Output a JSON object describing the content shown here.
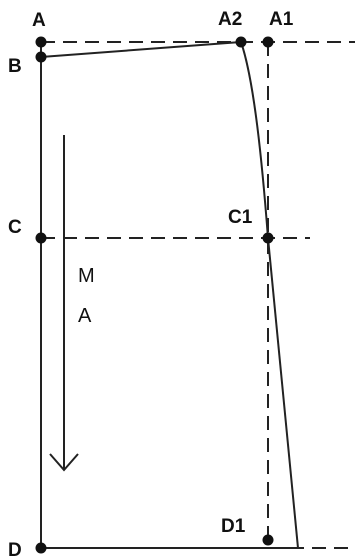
{
  "diagram": {
    "line_color": "#222222",
    "points": {
      "A": "A",
      "A2": "A2",
      "A1": "A1",
      "B": "B",
      "C": "C",
      "C1": "C1",
      "D": "D",
      "D1": "D1"
    },
    "grainline": {
      "line1": "M",
      "line2": "A"
    }
  }
}
